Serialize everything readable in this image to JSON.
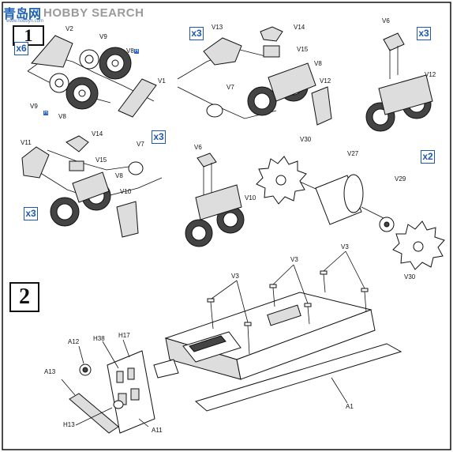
{
  "watermark": {
    "text_a": "青岛网",
    "text_b": "HOBBY SEARCH",
    "url": "www.hobbyn.com"
  },
  "steps": {
    "s1": "1",
    "s2": "2"
  },
  "multipliers": {
    "x6": "x6",
    "x3a": "x3",
    "x3b": "x3",
    "x3c": "x3",
    "x3d": "x3",
    "x2": "x2"
  },
  "part_tags": {
    "t1": "H",
    "t2": "H"
  },
  "labels": {
    "v2": "V2",
    "v9a": "V9",
    "v8a": "V8",
    "v1": "V1",
    "v9b": "V9",
    "v8b": "V8",
    "v13": "V13",
    "v14a": "V14",
    "v15a": "V15",
    "v8c": "V8",
    "v7a": "V7",
    "v12a": "V12",
    "v6a": "V6",
    "v12b": "V12",
    "v11": "V11",
    "v14b": "V14",
    "v7b": "V7",
    "v15b": "V15",
    "v8d": "V8",
    "v10a": "V10",
    "v6b": "V6",
    "v10b": "V10",
    "v30a": "V30",
    "v27": "V27",
    "v29": "V29",
    "v30b": "V30",
    "v3a": "V3",
    "v3b": "V3",
    "v3c": "V3",
    "a12": "A12",
    "h38": "H38",
    "h17": "H17",
    "a13": "A13",
    "h13": "H13",
    "a11": "A11",
    "a1": "A1"
  }
}
